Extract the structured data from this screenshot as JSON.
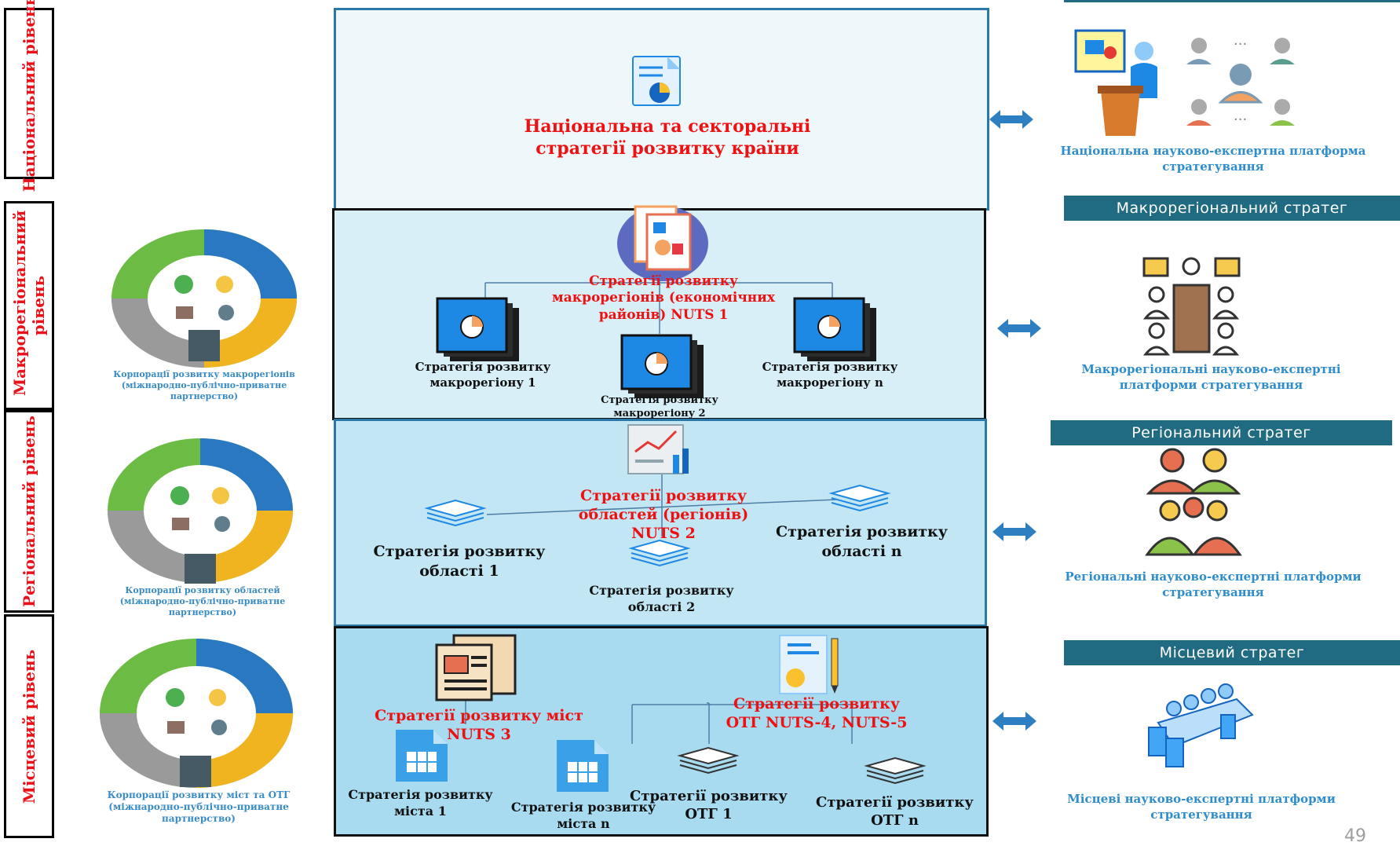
{
  "levels": {
    "national": "Національний рівень",
    "macro": "Макрорегіональний рівень",
    "regional": "Регіональний рівень",
    "local": "Місцевий рівень"
  },
  "national": {
    "title": "Національна та секторальні стратегії розвитку країни"
  },
  "macro": {
    "title": "Стратегії розвитку макрорегіонів (економічних районів) NUTS 1",
    "item1": "Стратегія розвитку макрорегіону 1",
    "item2": "Стратегія розвитку макрорегіону 2",
    "itemn": "Стратегія розвитку макрорегіону n",
    "corp": "Корпорації розвитку макрорегіонів (міжнародно-публічно-приватне партнерство)"
  },
  "regional": {
    "title": "Стратегії розвитку областей (регіонів) NUTS 2",
    "item1": "Стратегія розвитку області 1",
    "item2": "Стратегія розвитку області 2",
    "itemn": "Стратегія розвитку області n",
    "corp": "Корпорації розвитку областей (міжнародно-публічно-приватне партнерство)"
  },
  "local": {
    "cities_title": "Стратегії розвитку міст NUTS 3",
    "otg_title": "Стратегії розвитку ОТГ NUTS-4, NUTS-5",
    "city1": "Стратегія розвитку міста 1",
    "cityn": "Стратегія розвитку міста n",
    "otg1": "Стратегії розвитку ОТГ 1",
    "otgn": "Стратегії розвитку ОТГ n",
    "corp": "Корпорації розвитку міст та ОТГ (міжнародно-публічно-приватне партнерство)"
  },
  "right": {
    "national_platform": "Національна науково-експертна платформа стратегування",
    "macro_ribbon": "Макрорегіональний стратег",
    "macro_platform": "Макрорегіональні науково-експертні платформи стратегування",
    "regional_ribbon": "Регіональний стратег",
    "regional_platform": "Регіональні науково-експертні платформи стратегування",
    "local_ribbon": "Місцевий стратег",
    "local_platform": "Місцеві науково-експертні платформи стратегування"
  },
  "page_number": "49",
  "colors": {
    "red_text": "#ee1111",
    "blue_text": "#2f8dcc",
    "ribbon": "#216b82",
    "arrow": "#2e7fc1",
    "panel_national": "#eef8fb",
    "panel_macro": "#d8eff8",
    "panel_regional": "#c3e6f4",
    "panel_local": "#a8daf0"
  }
}
